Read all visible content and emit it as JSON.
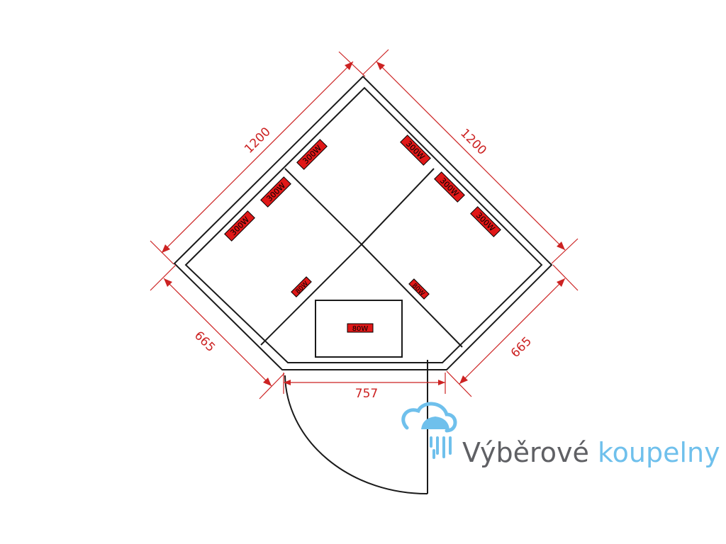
{
  "dimensions": {
    "top_left": "1200",
    "top_right": "1200",
    "bottom_left": "665",
    "bottom_right": "665",
    "front": "757"
  },
  "heaters": {
    "left_1": "300W",
    "left_2": "300W",
    "left_3": "300W",
    "right_1": "300W",
    "right_2": "300W",
    "right_3": "300W",
    "floor_left": "80W",
    "floor_right": "80W",
    "bench": "80W"
  },
  "brand": {
    "name_part1": "Výběrové",
    "name_part2": "koupelny"
  },
  "colors": {
    "dimension": "#cc2222",
    "heater_fill": "#e01818",
    "outline": "#1a1a1a",
    "brand_dark": "#5f6064",
    "brand_light": "#6fc0ec"
  }
}
